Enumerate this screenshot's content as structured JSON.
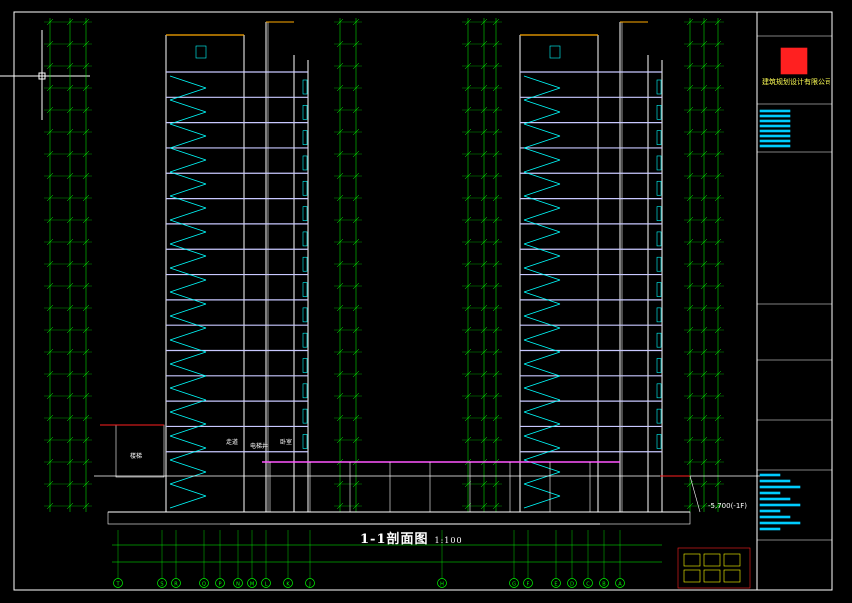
{
  "drawing": {
    "title": "1-1剖面图",
    "scale": "1:100",
    "company": "建筑规划设计有限公司",
    "basement_level": "-5.700(-1F)",
    "room_labels": [
      "楼梯",
      "走道",
      "卧室",
      "电梯井"
    ],
    "bottom_axes": [
      "T",
      "S",
      "R",
      "Q",
      "P",
      "N",
      "M",
      "L",
      "K",
      "J",
      "H",
      "G",
      "F",
      "E",
      "D",
      "C",
      "B",
      "A"
    ],
    "colors": {
      "background": "#000000",
      "frame": "#ffffff",
      "dimension": "#00ff00",
      "stair": "#00ffff",
      "wall": "#ffffff",
      "floor": "#c8c8ff",
      "level": "#00ff00",
      "roof": "#ffaa00",
      "ground": "#ff55ff",
      "accent_red": "#ff2020",
      "titleblock": "#00ccff"
    }
  }
}
